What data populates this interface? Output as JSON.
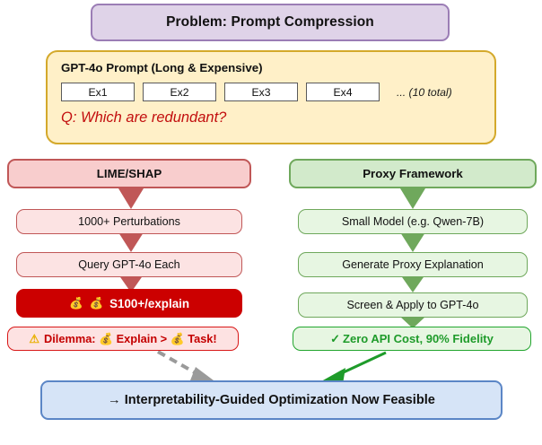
{
  "title": {
    "text": "Problem: Prompt Compression",
    "fill": "#DFD3E8",
    "border": "#9B7DB5"
  },
  "prompt_panel": {
    "heading": "GPT-4o Prompt (Long & Expensive)",
    "examples": [
      "Ex1",
      "Ex2",
      "Ex3",
      "Ex4"
    ],
    "total_note": "... (10 total)",
    "question": "Q: Which are redundant?",
    "fill": "#FFF0C8",
    "border": "#D4A92B",
    "question_color": "#C20E0E"
  },
  "left_column": {
    "header": "LIME/SHAP",
    "steps": [
      "1000+ Perturbations",
      "Query GPT-4o Each"
    ],
    "cost": {
      "emoji_left": "💰",
      "emoji_right": "💰",
      "label": "S100+/explain",
      "fill": "#CC0000",
      "text_color": "#FFFFFF"
    },
    "dilemma": {
      "warn_icon": "⚠",
      "label": "Dilemma: 💰 Explain > 💰 Task!",
      "text_color": "#C40000"
    },
    "header_fill": "#F8CDCD",
    "header_border": "#C05757",
    "step_fill": "#FCE3E3"
  },
  "right_column": {
    "header": "Proxy Framework",
    "steps": [
      "Small Model (e.g. Qwen-7B)",
      "Generate Proxy Explanation",
      "Screen & Apply to GPT-4o"
    ],
    "win": {
      "check_icon": "✓",
      "label": "Zero API Cost, 90% Fidelity",
      "text_color": "#1E9B2A"
    },
    "header_fill": "#D2EACB",
    "header_border": "#6FA85C",
    "step_fill": "#E7F6E2"
  },
  "conclusion": {
    "text": "→ Interpretability-Guided Optimization Now Feasible",
    "fill": "#D6E4F7",
    "border": "#5B86C6"
  },
  "arrows": {
    "red_color": "#C05757",
    "green_color": "#6FA85C",
    "gray_dashed_color": "#9A9A9A",
    "solid_green_color": "#1E9B2A"
  }
}
